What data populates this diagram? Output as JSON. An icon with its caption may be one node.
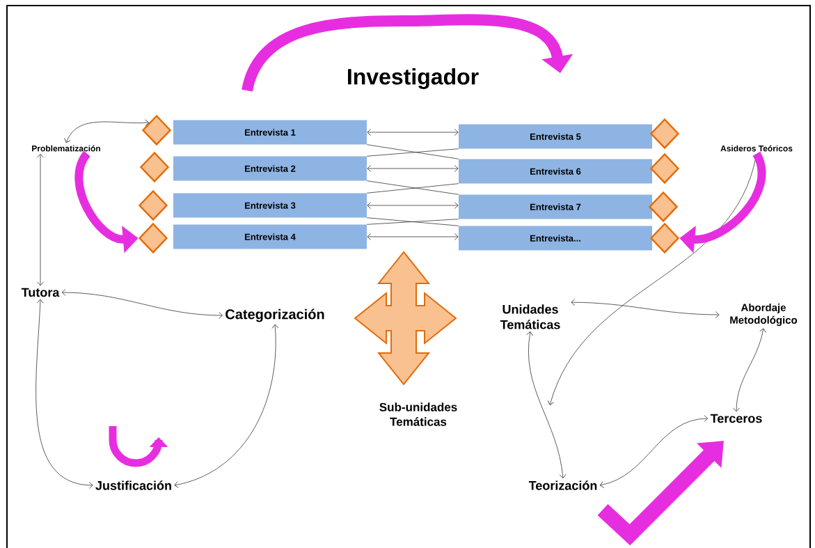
{
  "diagram": {
    "title": "Investigador",
    "nodes": [
      {
        "text": [
          "Problematización"
        ]
      },
      {
        "text": [
          "Entrevista 1"
        ]
      },
      {
        "text": [
          "Entrevista 2"
        ]
      },
      {
        "text": [
          "Entrevista 3"
        ]
      },
      {
        "text": [
          "Entrevista 4"
        ]
      },
      {
        "text": [
          "Entrevista 5"
        ]
      },
      {
        "text": [
          "Entrevista 6"
        ]
      },
      {
        "text": [
          "Entrevista 7"
        ]
      },
      {
        "text": [
          "Entrevista..."
        ]
      },
      {
        "text": [
          "Asideros Teóricos"
        ]
      },
      {
        "text": [
          "Tutora"
        ]
      },
      {
        "text": [
          "Categorización"
        ]
      },
      {
        "text": [
          "Unidades Temáticas"
        ]
      },
      {
        "text": [
          "Abordaje Metodológico"
        ]
      },
      {
        "text": [
          "Sub-unidades Temáticas"
        ]
      },
      {
        "text": [
          "Justificación"
        ]
      },
      {
        "text": [
          "Teorización"
        ]
      },
      {
        "text": [
          "Terceros"
        ]
      },
      {
        "text": [],
        "shape": "diamond"
      },
      {
        "text": [],
        "shape": "diamond"
      },
      {
        "text": [],
        "shape": "diamond"
      },
      {
        "text": [],
        "shape": "diamond"
      },
      {
        "text": [],
        "shape": "diamond"
      },
      {
        "text": [],
        "shape": "diamond"
      },
      {
        "text": [],
        "shape": "diamond"
      },
      {
        "text": [],
        "shape": "diamond"
      }
    ],
    "edges": [
      {
        "from": 0,
        "to": 18,
        "arrow": "both"
      },
      {
        "from": 1,
        "to": 5,
        "arrow": "both"
      },
      {
        "from": 2,
        "to": 6,
        "arrow": "both"
      },
      {
        "from": 3,
        "to": 7,
        "arrow": "both"
      },
      {
        "from": 4,
        "to": 8,
        "arrow": "both"
      },
      {
        "from": 1,
        "to": 6,
        "arrow": "none"
      },
      {
        "from": 2,
        "to": 5,
        "arrow": "none"
      },
      {
        "from": 2,
        "to": 7,
        "arrow": "none"
      },
      {
        "from": 3,
        "to": 6,
        "arrow": "none"
      },
      {
        "from": 3,
        "to": 8,
        "arrow": "none"
      },
      {
        "from": 4,
        "to": 7,
        "arrow": "none"
      },
      {
        "from": 0,
        "to": 10,
        "arrow": "both"
      },
      {
        "from": 10,
        "to": 11,
        "arrow": "both"
      },
      {
        "from": 10,
        "to": 15,
        "arrow": "both"
      },
      {
        "from": 11,
        "to": 15,
        "arrow": "both"
      },
      {
        "from": 12,
        "to": 13,
        "arrow": "both"
      },
      {
        "from": 9,
        "to": null,
        "arrow": "both"
      },
      {
        "from": 12,
        "to": 16,
        "arrow": "both"
      },
      {
        "from": 13,
        "to": 17,
        "arrow": "both"
      },
      {
        "from": 16,
        "to": 17,
        "arrow": "both"
      },
      {
        "from": 0,
        "to": 21,
        "arrow": "to",
        "style": "thick",
        "color": "#e62ee0"
      },
      {
        "from": 9,
        "to": 25,
        "arrow": "to",
        "style": "thick",
        "color": "#e62ee0"
      }
    ]
  }
}
